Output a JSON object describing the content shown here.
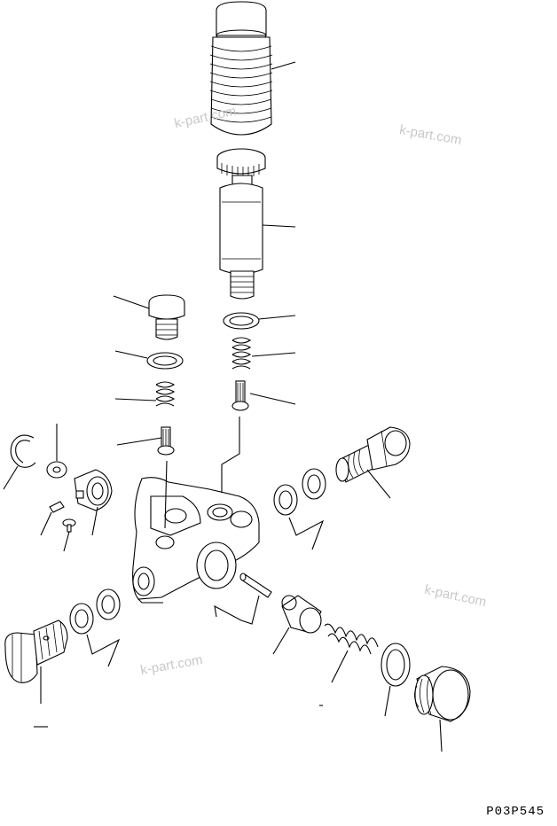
{
  "drawing_code": "P03P545",
  "watermarks": [
    "k-part.com",
    "k-part.com",
    "k-part.com",
    "k-part.com"
  ],
  "colors": {
    "line": "#000000",
    "watermark": "#c8c8c8",
    "background": "#ffffff"
  }
}
